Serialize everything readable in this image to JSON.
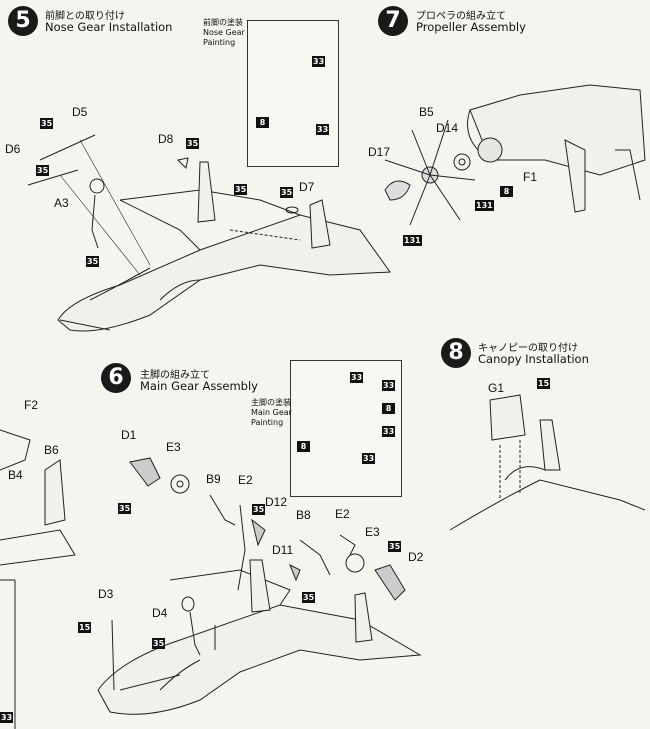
{
  "steps": {
    "s5": {
      "num": "5",
      "jp": "前脚との取り付け",
      "en": "Nose Gear Installation"
    },
    "s6": {
      "num": "6",
      "jp": "主脚の組み立て",
      "en": "Main Gear Assembly"
    },
    "s7": {
      "num": "7",
      "jp": "プロペラの組み立て",
      "en": "Propeller Assembly"
    },
    "s8": {
      "num": "8",
      "jp": "キャノピーの取り付け",
      "en": "Canopy Installation"
    }
  },
  "painting_notes": {
    "nose": {
      "jp": "前脚の塗装",
      "en1": "Nose Gear",
      "en2": "Painting"
    },
    "main": {
      "jp": "主脚の塗装",
      "en1": "Main Gear",
      "en2": "Painting"
    }
  },
  "part_labels": {
    "D5": "D5",
    "D6": "D6",
    "A3": "A3",
    "D8": "D8",
    "D7": "D7",
    "B5": "B5",
    "D14": "D14",
    "D17": "D17",
    "F1": "F1",
    "G1": "G1",
    "F2": "F2",
    "B4": "B4",
    "B6": "B6",
    "D1": "D1",
    "E3a": "E3",
    "B9": "B9",
    "E2a": "E2",
    "D12": "D12",
    "B8": "B8",
    "E2b": "E2",
    "E3b": "E3",
    "D11": "D11",
    "D2": "D2",
    "D3": "D3",
    "D4": "D4"
  },
  "color_codes": {
    "c35": "35",
    "c33": "33",
    "c8": "8",
    "c131": "131",
    "c15": "15"
  }
}
